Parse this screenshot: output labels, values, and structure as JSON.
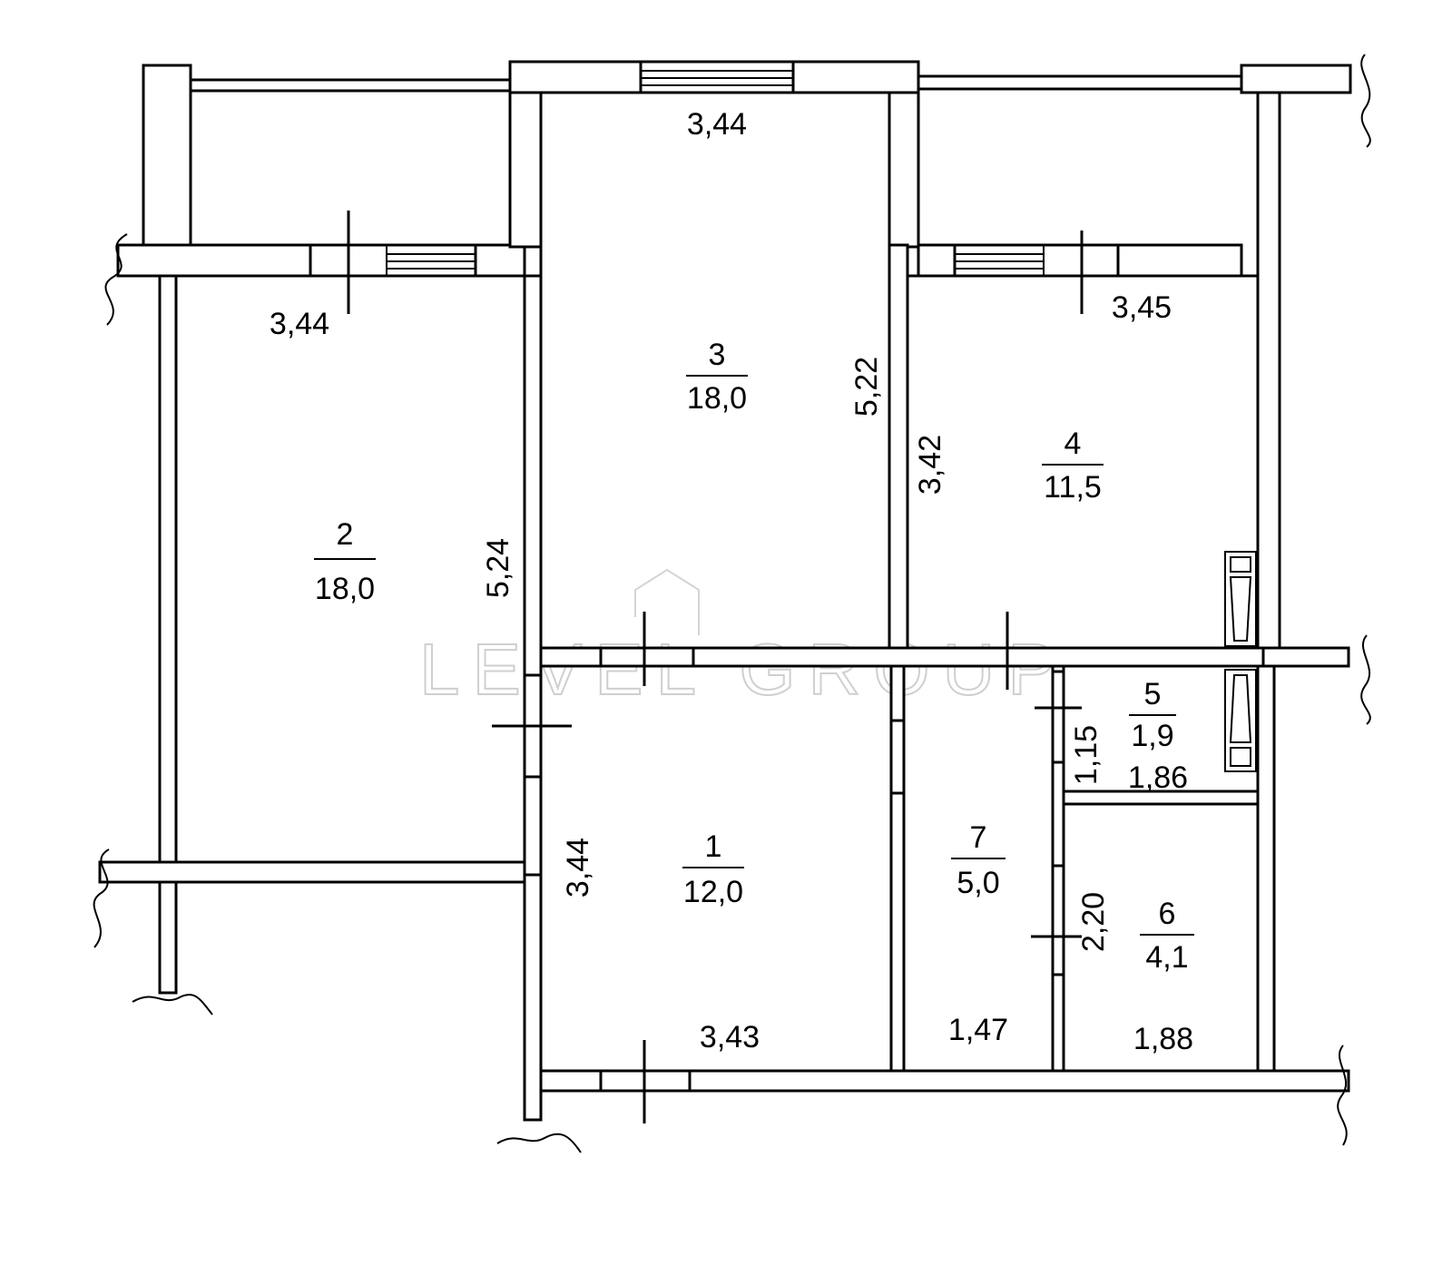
{
  "watermark": "LEVEL GROUP",
  "rooms": [
    {
      "number": "1",
      "area": "12,0"
    },
    {
      "number": "2",
      "area": "18,0"
    },
    {
      "number": "3",
      "area": "18,0"
    },
    {
      "number": "4",
      "area": "11,5"
    },
    {
      "number": "5",
      "area": "1,9"
    },
    {
      "number": "6",
      "area": "4,1"
    },
    {
      "number": "7",
      "area": "5,0"
    }
  ],
  "dimensions": {
    "room1_width": "3,43",
    "room1_depth": "3,44",
    "room2_width": "3,44",
    "room2_depth": "5,24",
    "room3_width": "3,44",
    "room3_depth": "5,22",
    "room4_width": "3,45",
    "room4_depth": "3,42",
    "room5_width": "1,86",
    "room5_depth": "1,15",
    "room6_width": "1,88",
    "room6_depth": "2,20",
    "room7_width": "1,47"
  }
}
